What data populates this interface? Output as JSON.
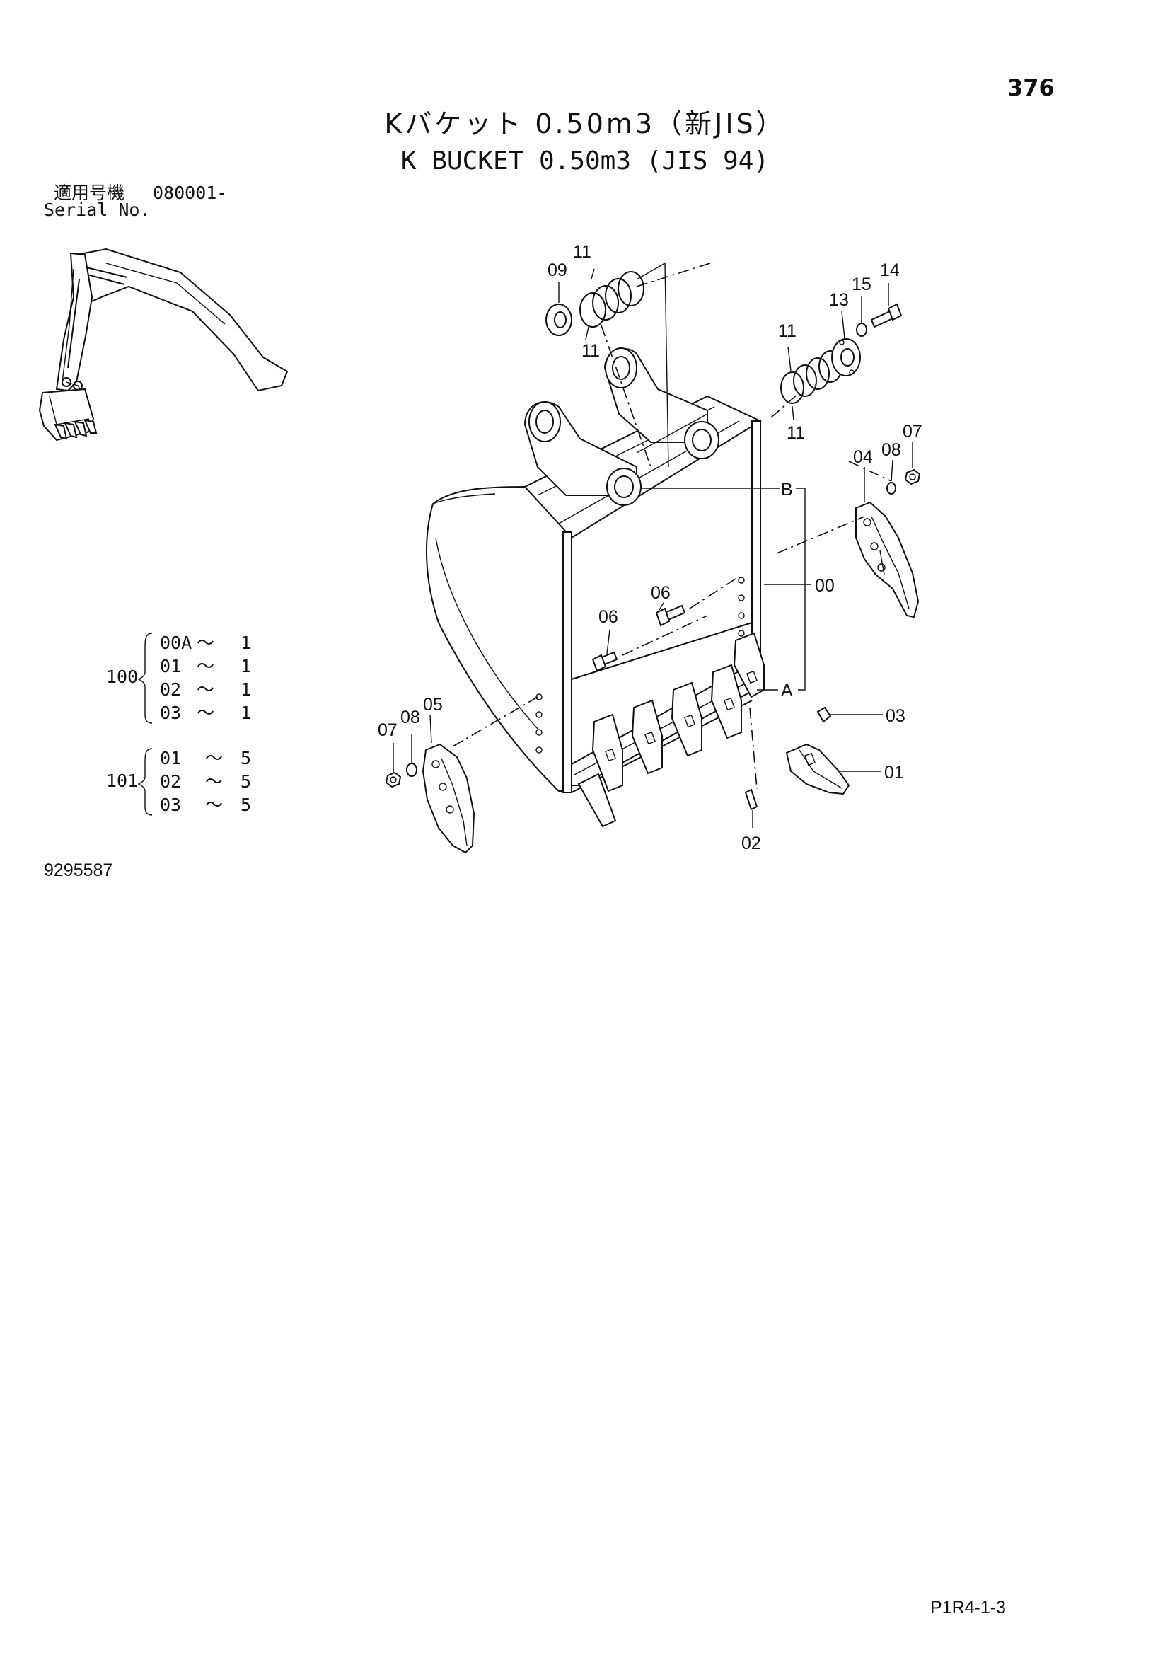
{
  "header": {
    "page_number": "376",
    "title_jp": "Kバケット 0.50m3（新JIS）",
    "title_en": "K BUCKET 0.50m3 (JIS 94)"
  },
  "serial": {
    "jp_label": "適用号機",
    "value": "080001-",
    "en_label": "Serial No."
  },
  "callouts": [
    "09",
    "11",
    "11",
    "11",
    "11",
    "13",
    "15",
    "14",
    "08",
    "07",
    "04",
    "B",
    "06",
    "06",
    "00",
    "A",
    "03",
    "01",
    "02",
    "07",
    "08",
    "05"
  ],
  "sets": [
    {
      "id": "100",
      "rows": [
        {
          "part": "00A",
          "sep": "～",
          "qty": "1"
        },
        {
          "part": "01",
          "sep": "～",
          "qty": "1"
        },
        {
          "part": "02",
          "sep": "～",
          "qty": "1"
        },
        {
          "part": "03",
          "sep": "～",
          "qty": "1"
        }
      ]
    },
    {
      "id": "101",
      "rows": [
        {
          "part": "01",
          "sep": "～",
          "qty": "5"
        },
        {
          "part": "02",
          "sep": "～",
          "qty": "5"
        },
        {
          "part": "03",
          "sep": "～",
          "qty": "5"
        }
      ]
    }
  ],
  "footer": {
    "drawing_number": "9295587",
    "page_code": "P1R4-1-3"
  }
}
